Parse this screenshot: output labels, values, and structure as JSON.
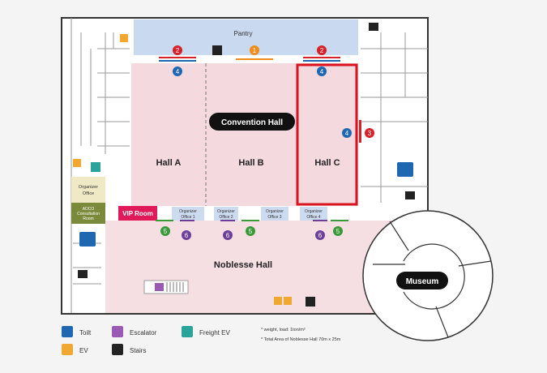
{
  "map": {
    "pantry": "Pantry",
    "convention_hall": "Convention Hall",
    "hall_a": "Hall A",
    "hall_b": "Hall B",
    "hall_c": "Hall C",
    "noblesse_hall": "Noblesse Hall",
    "vip_room": "VIP Room",
    "organizer_office_left": [
      "Organizer",
      "Office"
    ],
    "adco_room": [
      "ADCO",
      "Consultation",
      "Room"
    ],
    "museum": "Museum",
    "offices": [
      {
        "line1": "Organizer",
        "line2": "Office 1"
      },
      {
        "line1": "Organizer",
        "line2": "Office 2"
      },
      {
        "line1": "Organizer",
        "line2": "Office 3"
      },
      {
        "line1": "Organizer",
        "line2": "Office 4"
      }
    ],
    "markers": {
      "red": "2",
      "orange": "1",
      "blue": "4",
      "red_side": "3",
      "green": "5",
      "purple": "6"
    },
    "colors": {
      "hall_pink": "#f4d9de",
      "noblesse_pink": "#f6dfe3",
      "pantry_blue": "#c9d9ef",
      "office_blue": "#cddbf0",
      "highlight_red": "#d9141e",
      "vip": "#e0195a",
      "olive": "#7a8a3a",
      "cream": "#efe9c6",
      "red_marker": "#d62128",
      "orange_marker": "#f08c1e",
      "blue_marker": "#1f67b1",
      "green_marker": "#3a9a3a",
      "purple_marker": "#6b3f98"
    }
  },
  "legend": {
    "toilet": "Toilt",
    "ev": "EV",
    "escalator": "Escalator",
    "stairs": "Stairs",
    "freight_ev": "Freight EV",
    "note1": "* weight, load: 1ton/m²",
    "note2": "* Total Area of Noblesse Hall 70m x 25m"
  }
}
